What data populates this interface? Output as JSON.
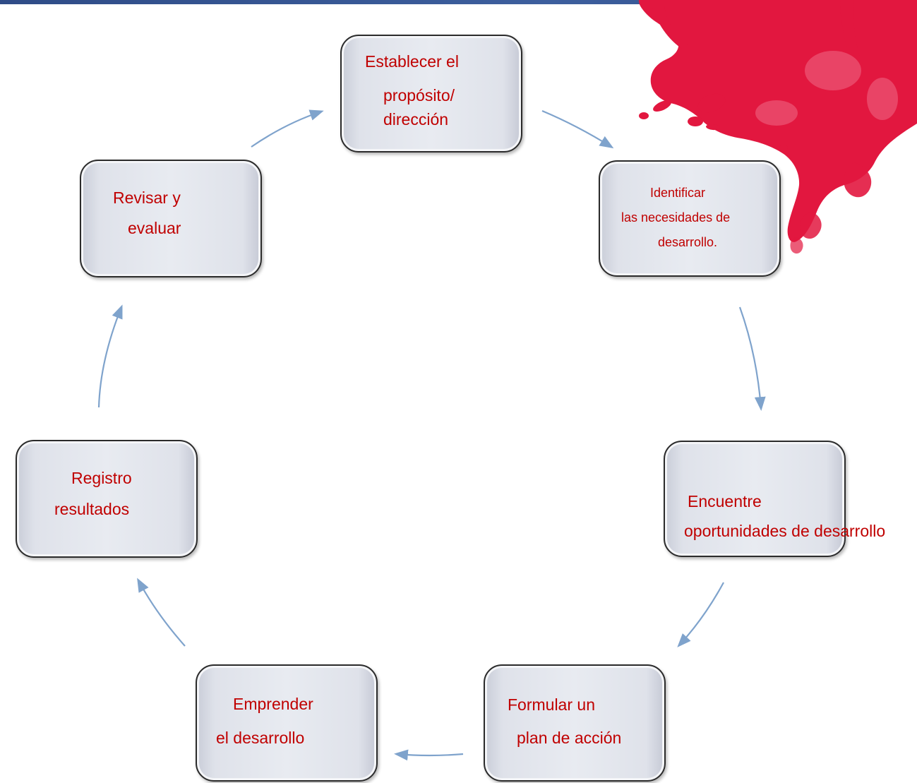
{
  "diagram": {
    "steps": [
      {
        "id": "establish",
        "lines": [
          "Establecer el",
          "propósito/",
          "dirección"
        ]
      },
      {
        "id": "identify",
        "lines": [
          "Identificar",
          "las necesidades de",
          "desarrollo."
        ]
      },
      {
        "id": "find",
        "lines": [
          "Encuentre",
          "oportunidades de desarrollo"
        ]
      },
      {
        "id": "plan",
        "lines": [
          "Formular un",
          "plan de acción"
        ]
      },
      {
        "id": "undertake",
        "lines": [
          "Emprender",
          "el desarrollo"
        ]
      },
      {
        "id": "record",
        "lines": [
          "Registro",
          "resultados"
        ]
      },
      {
        "id": "review",
        "lines": [
          "Revisar y",
          "evaluar"
        ]
      }
    ],
    "colors": {
      "label": "#c00000",
      "arrow": "#7fa3cc",
      "splash": "#e2173f",
      "top_bar": "#2f4c87"
    }
  }
}
